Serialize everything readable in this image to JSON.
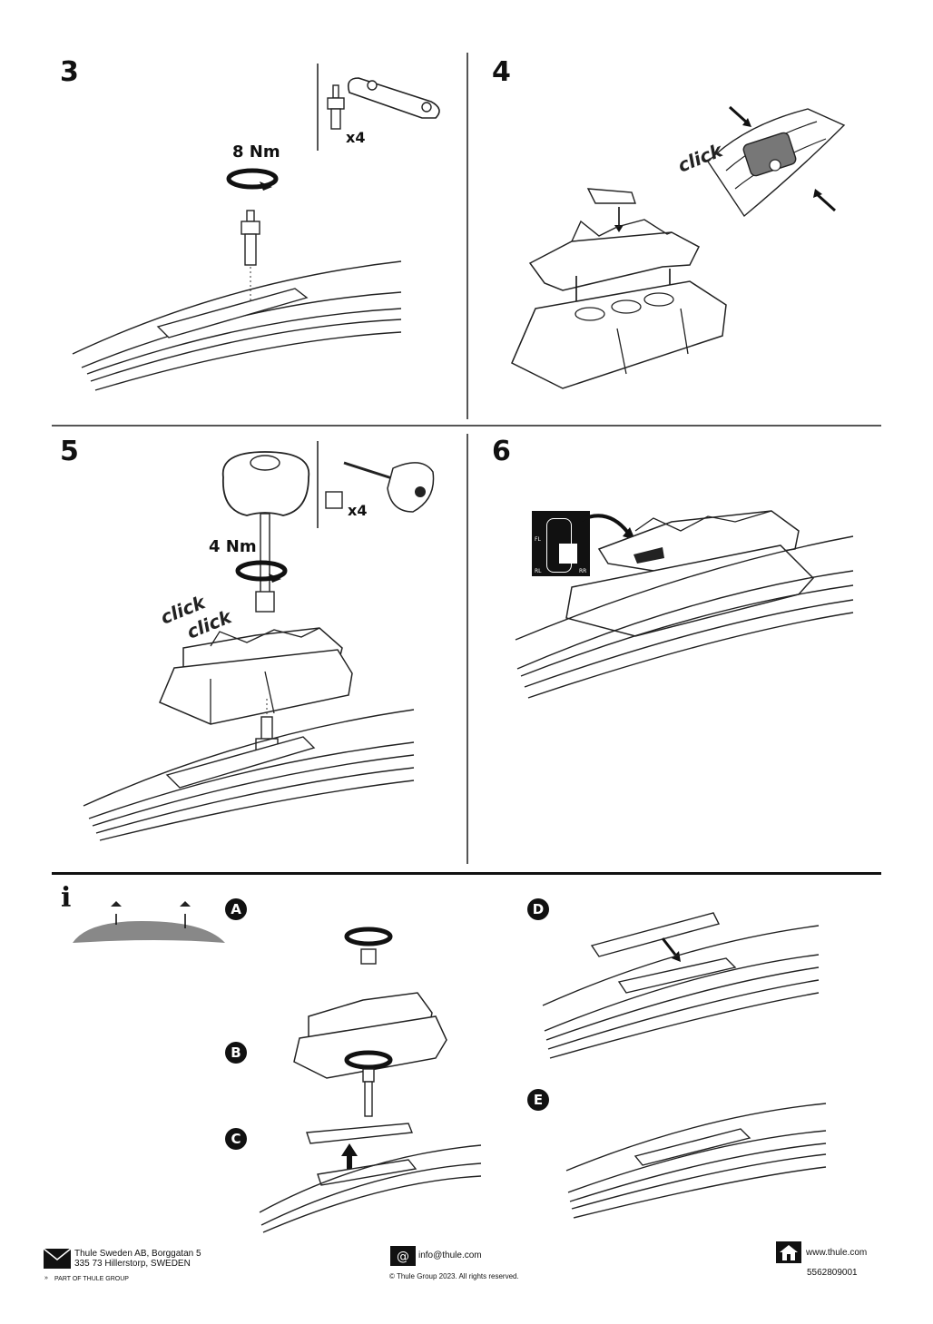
{
  "steps": {
    "s3": {
      "number": "3",
      "torque": "8 Nm",
      "qty": "x4"
    },
    "s4": {
      "number": "4",
      "click": "click"
    },
    "s5": {
      "number": "5",
      "torque": "4 Nm",
      "qty": "x4",
      "click1": "click",
      "click2": "click"
    },
    "s6": {
      "number": "6",
      "pos": {
        "fl": "FL",
        "rl": "RL",
        "rr": "RR"
      }
    }
  },
  "info": {
    "icon": "i",
    "labels": {
      "a": "A",
      "b": "B",
      "c": "C",
      "d": "D",
      "e": "E"
    }
  },
  "footer": {
    "address_line1": "Thule Sweden AB, Borggatan 5",
    "address_line2": "335 73 Hillerstorp, SWEDEN",
    "group": "PART OF THULE GROUP",
    "email": "info@thule.com",
    "copyright": "© Thule Group 2023. All rights reserved.",
    "website": "www.thule.com",
    "doc_number": "5562809001"
  },
  "icons": [
    "mail-icon",
    "at-icon",
    "home-icon",
    "rotation-arrow-icon",
    "info-icon"
  ]
}
